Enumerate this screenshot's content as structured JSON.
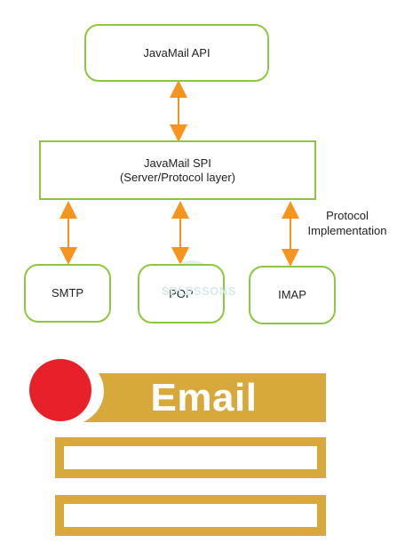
{
  "diagram": {
    "nodes": {
      "api": "JavaMail API",
      "spi_line1": "JavaMail SPI",
      "spi_line2": "(Server/Protocol layer)",
      "smtp": "SMTP",
      "pop": "POP",
      "imap": "IMAP"
    },
    "protocol_label_line1": "Protocol",
    "protocol_label_line2": "Implementation",
    "watermark": "SPLESSONS",
    "edges": [
      {
        "from": "JavaMail API",
        "to": "JavaMail SPI",
        "direction": "bidirectional"
      },
      {
        "from": "JavaMail SPI",
        "to": "SMTP",
        "direction": "bidirectional"
      },
      {
        "from": "JavaMail SPI",
        "to": "POP",
        "direction": "bidirectional"
      },
      {
        "from": "JavaMail SPI",
        "to": "IMAP",
        "direction": "bidirectional"
      }
    ],
    "colors": {
      "box_border": "#8dc63f",
      "arrow": "#f7941d"
    }
  },
  "banner": {
    "title": "Email",
    "colors": {
      "bar": "#d6a93a",
      "circle": "#e8202a"
    }
  }
}
